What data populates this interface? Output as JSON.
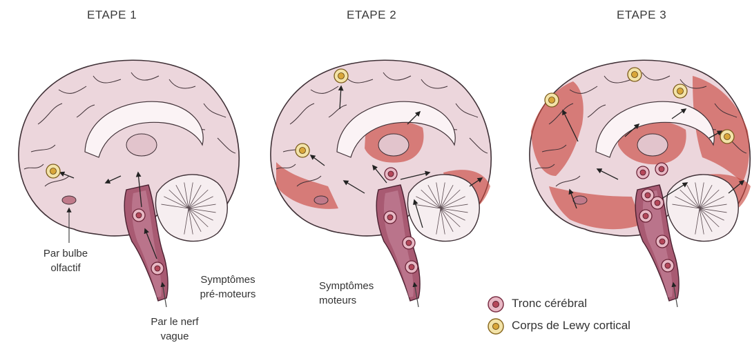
{
  "stages": [
    {
      "title": "ETAPE 1"
    },
    {
      "title": "ETAPE 2"
    },
    {
      "title": "ETAPE 3"
    }
  ],
  "annotations": {
    "olfactory": "Par bulbe\nolfactif",
    "vagus": "Par le nerf\nvague",
    "premotor": "Symptômes\npré-moteurs",
    "motor": "Symptômes\nmoteurs"
  },
  "legend": [
    {
      "label": "Tronc cérébral",
      "marker": "brainstem-lesion",
      "color": "#b5485a"
    },
    {
      "label": "Corps de Lewy cortical",
      "marker": "cortical-lewy-body",
      "color": "#d9a63a"
    }
  ],
  "colors": {
    "brain_fill": "#ecd6dc",
    "brain_outline": "#3f3036",
    "affected_region": "#c8433a",
    "brainstem": "#a85a72"
  }
}
